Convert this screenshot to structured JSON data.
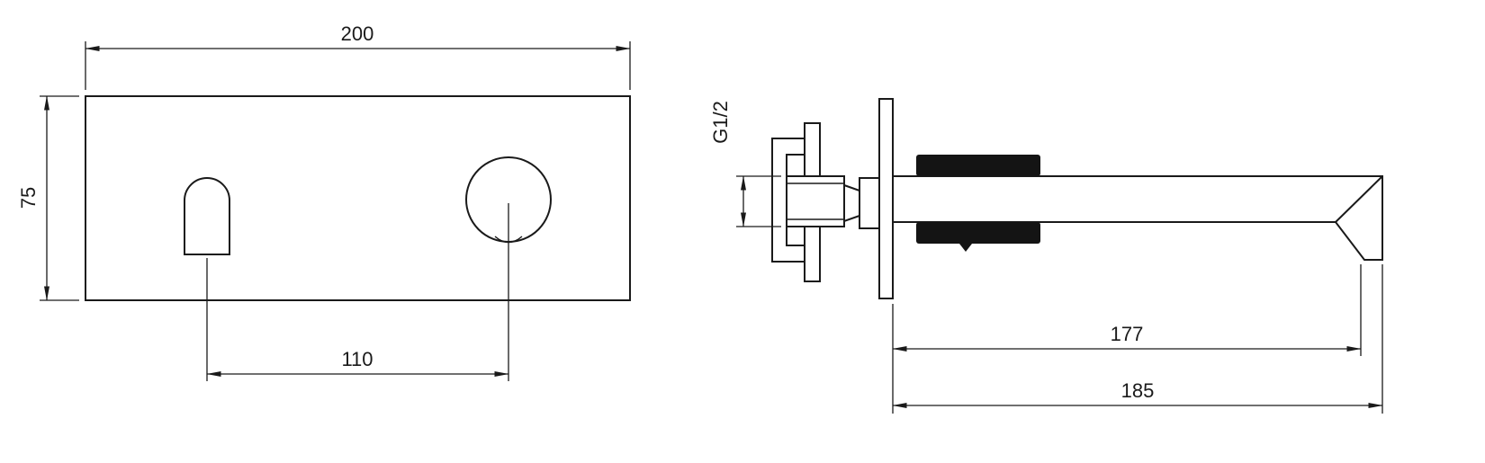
{
  "colors": {
    "background": "#ffffff",
    "line": "#1a1a1a"
  },
  "front_view": {
    "dim_width": "200",
    "dim_height": "75",
    "dim_center_distance": "110"
  },
  "side_view": {
    "dim_thread": "G1/2",
    "dim_reach_spout": "177",
    "dim_reach_total": "185"
  }
}
